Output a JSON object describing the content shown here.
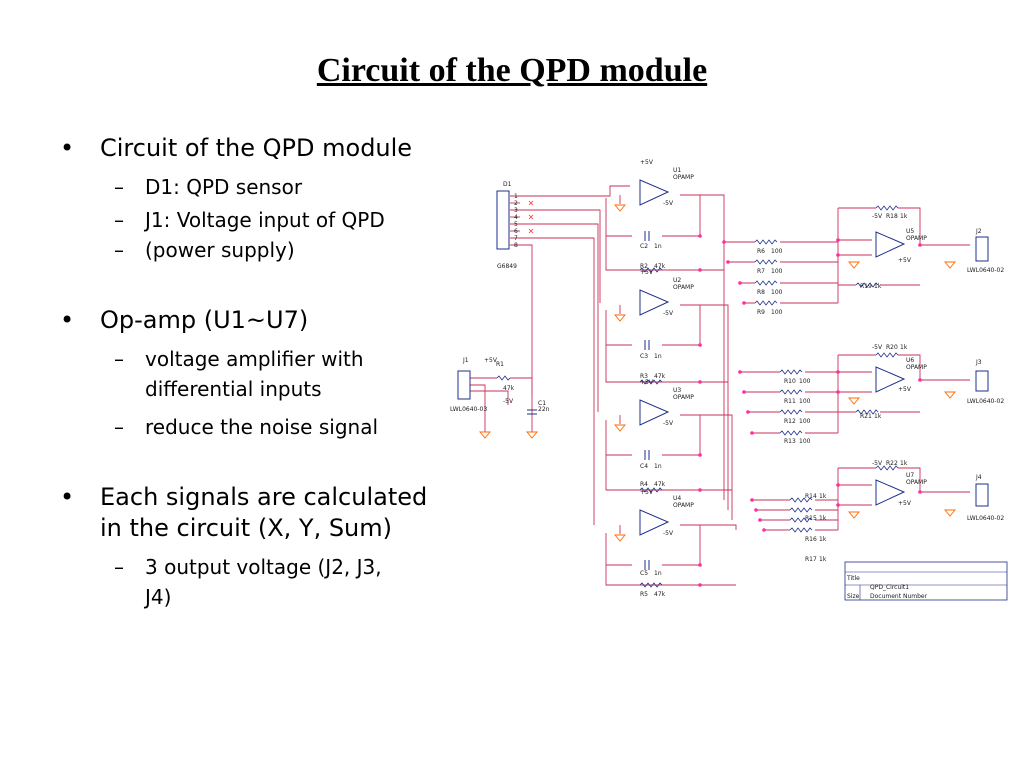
{
  "slide": {
    "title": "Circuit of the QPD module",
    "bullets": [
      {
        "text": "Circuit of the QPD module",
        "sub": [
          "D1: QPD sensor",
          "J1: Voltage input of QPD",
          "(power supply)"
        ]
      },
      {
        "text": "Op-amp (U1~U7)",
        "sub": [
          "voltage amplifier with",
          "differential inputs",
          "reduce the noise signal"
        ]
      },
      {
        "text_lines": [
          "Each signals are calculated",
          "in the circuit (X, Y, Sum)"
        ],
        "sub": [
          "3 output voltage (J2, J3,",
          "J4)"
        ]
      }
    ]
  },
  "schematic": {
    "labels": {
      "d1": "D1",
      "d1_part": "G6849",
      "d1_pins": [
        "1",
        "2",
        "3",
        "4",
        "5",
        "6",
        "7",
        "8"
      ],
      "u1": "U1",
      "u2": "U2",
      "u3": "U3",
      "u4": "U4",
      "u5": "U5",
      "u6": "U6",
      "u7": "U7",
      "opamp": "OPAMP",
      "plus5v": "+5V",
      "minus5v": "-5V",
      "c2": "C2",
      "c3": "C3",
      "c4": "C4",
      "c5": "C5",
      "cap_val": "1n",
      "r2": "R2",
      "r3": "R3",
      "r4": "R4",
      "r5": "R5",
      "r_47k": "47k",
      "r6": "R6",
      "r7": "R7",
      "r8": "R8",
      "r9": "R9",
      "r10": "R10",
      "r11": "R11",
      "r12": "R12",
      "r13": "R13",
      "r_100": "100",
      "r14": "R14",
      "r15": "R15",
      "r16": "R16",
      "r17": "R17",
      "r18": "R18",
      "r19": "R19",
      "r20": "R20",
      "r21": "R21",
      "r22": "R22",
      "r_1k": "1k",
      "j1": "J1",
      "j1_part": "LWL0640-03",
      "r1": "R1",
      "c1": "C1",
      "c1_val": "22n",
      "j2": "J2",
      "j3": "J3",
      "j4": "J4",
      "j_part": "LWL0640-02",
      "title_label": "Title",
      "title_value": "QPD_Circuit1",
      "size_label": "Size",
      "docnum_label": "Document Number"
    },
    "colors": {
      "wire": "#c8325a",
      "component": "#1f2f8a",
      "dot": "#ff2d9f",
      "x_mark": "#ff3030",
      "ground": "#ff6a00"
    }
  }
}
